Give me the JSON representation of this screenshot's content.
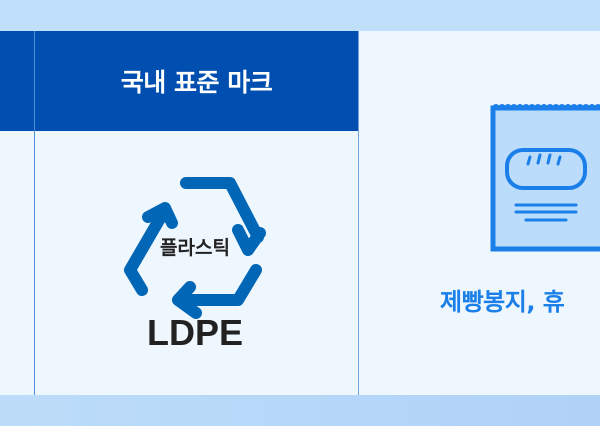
{
  "header": {
    "title": "국내 표준 마크"
  },
  "mark": {
    "material_korean": "플라스틱",
    "code": "LDPE"
  },
  "item": {
    "caption": "제빵봉지, 휴"
  },
  "colors": {
    "header": "#004fb0",
    "accent": "#1a7fe8",
    "body": "#eef6fe",
    "band": "#c0dffa"
  }
}
